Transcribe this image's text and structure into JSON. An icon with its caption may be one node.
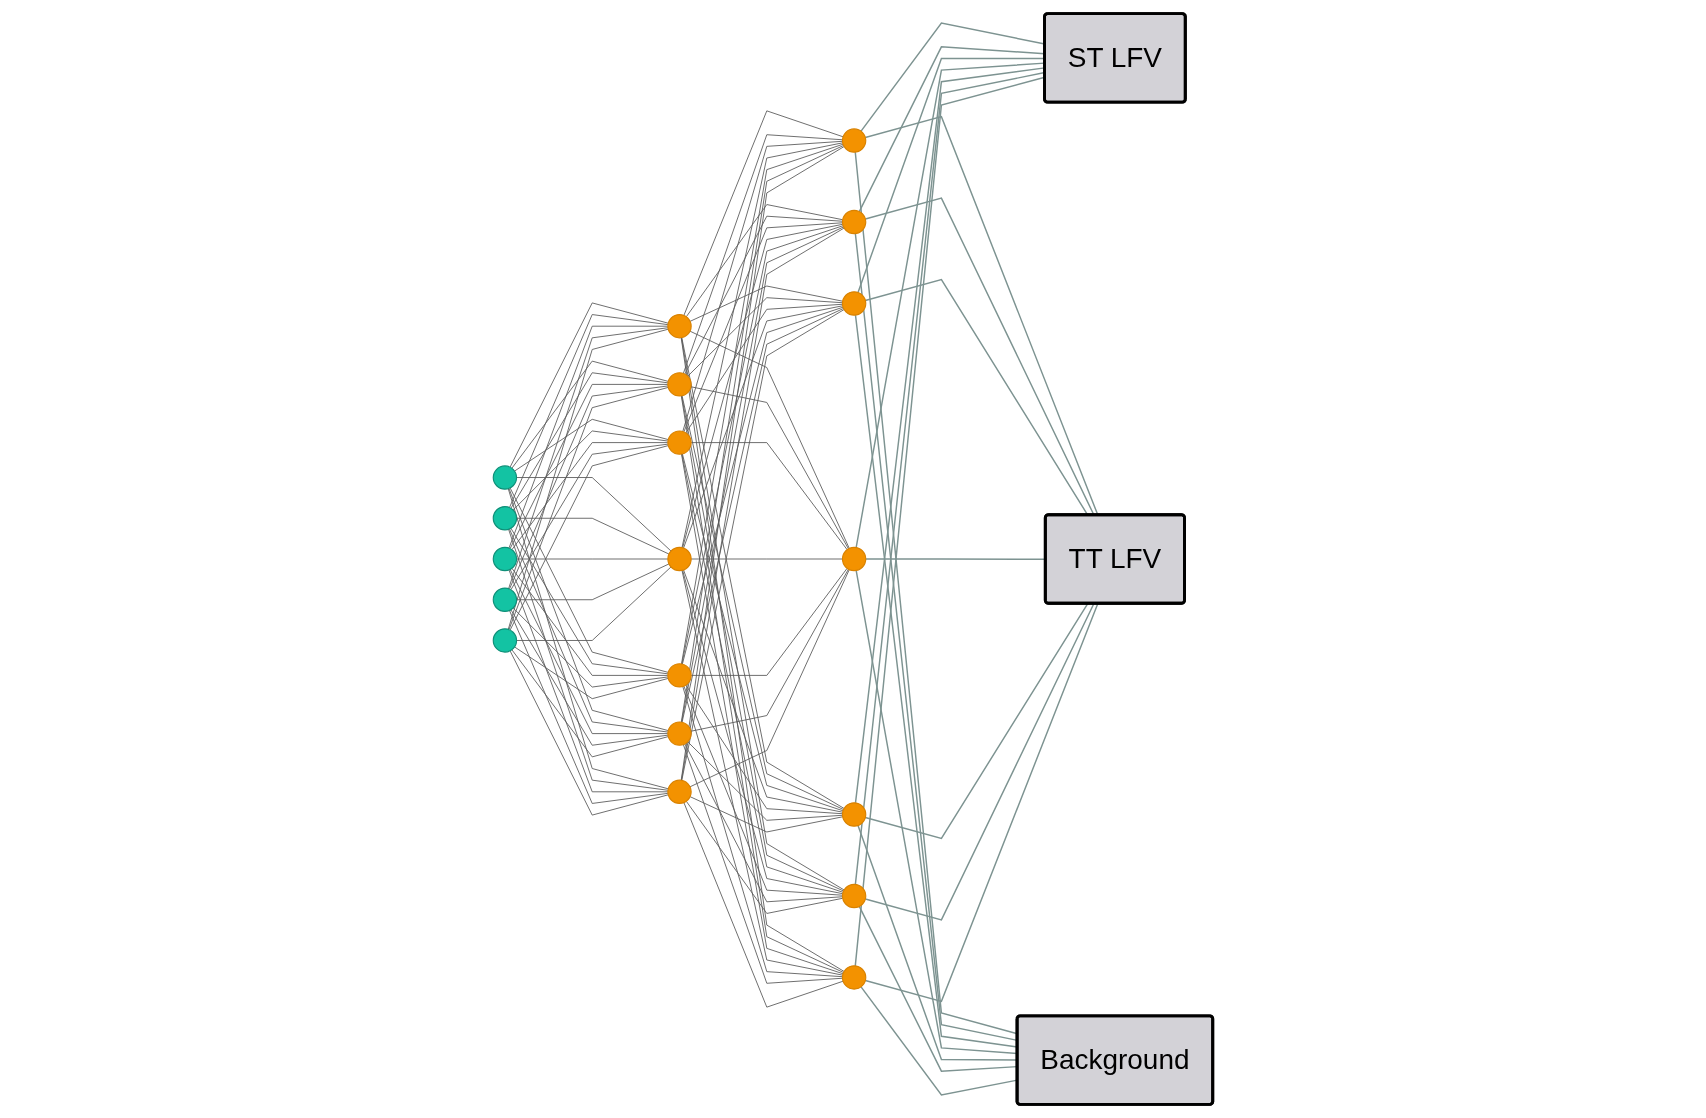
{
  "diagram": {
    "nodes": [
      {
        "text": [],
        "shape": "circle"
      },
      {
        "text": [],
        "shape": "circle"
      },
      {
        "text": [],
        "shape": "circle"
      },
      {
        "text": [],
        "shape": "circle"
      },
      {
        "text": [],
        "shape": "circle"
      },
      {
        "text": [],
        "shape": "circle"
      },
      {
        "text": [],
        "shape": "circle"
      },
      {
        "text": [],
        "shape": "circle"
      },
      {
        "text": [],
        "shape": "circle"
      },
      {
        "text": [],
        "shape": "circle"
      },
      {
        "text": [],
        "shape": "circle"
      },
      {
        "text": [],
        "shape": "circle"
      },
      {
        "text": [],
        "shape": "circle"
      },
      {
        "text": [],
        "shape": "circle"
      },
      {
        "text": [],
        "shape": "circle"
      },
      {
        "text": [],
        "shape": "circle"
      },
      {
        "text": [],
        "shape": "circle"
      },
      {
        "text": [],
        "shape": "circle"
      },
      {
        "text": [],
        "shape": "circle"
      },
      {
        "text": [
          "ST LFV"
        ]
      },
      {
        "text": [
          "TT LFV"
        ]
      },
      {
        "text": [
          "Background"
        ]
      }
    ],
    "edges": [
      {
        "from": 0,
        "to": 5,
        "arrow": "none"
      },
      {
        "from": 0,
        "to": 6,
        "arrow": "none"
      },
      {
        "from": 0,
        "to": 7,
        "arrow": "none"
      },
      {
        "from": 0,
        "to": 8,
        "arrow": "none"
      },
      {
        "from": 0,
        "to": 9,
        "arrow": "none"
      },
      {
        "from": 0,
        "to": 10,
        "arrow": "none"
      },
      {
        "from": 0,
        "to": 11,
        "arrow": "none"
      },
      {
        "from": 1,
        "to": 5,
        "arrow": "none"
      },
      {
        "from": 1,
        "to": 6,
        "arrow": "none"
      },
      {
        "from": 1,
        "to": 7,
        "arrow": "none"
      },
      {
        "from": 1,
        "to": 8,
        "arrow": "none"
      },
      {
        "from": 1,
        "to": 9,
        "arrow": "none"
      },
      {
        "from": 1,
        "to": 10,
        "arrow": "none"
      },
      {
        "from": 1,
        "to": 11,
        "arrow": "none"
      },
      {
        "from": 2,
        "to": 5,
        "arrow": "none"
      },
      {
        "from": 2,
        "to": 6,
        "arrow": "none"
      },
      {
        "from": 2,
        "to": 7,
        "arrow": "none"
      },
      {
        "from": 2,
        "to": 8,
        "arrow": "none"
      },
      {
        "from": 2,
        "to": 9,
        "arrow": "none"
      },
      {
        "from": 2,
        "to": 10,
        "arrow": "none"
      },
      {
        "from": 2,
        "to": 11,
        "arrow": "none"
      },
      {
        "from": 3,
        "to": 5,
        "arrow": "none"
      },
      {
        "from": 3,
        "to": 6,
        "arrow": "none"
      },
      {
        "from": 3,
        "to": 7,
        "arrow": "none"
      },
      {
        "from": 3,
        "to": 8,
        "arrow": "none"
      },
      {
        "from": 3,
        "to": 9,
        "arrow": "none"
      },
      {
        "from": 3,
        "to": 10,
        "arrow": "none"
      },
      {
        "from": 3,
        "to": 11,
        "arrow": "none"
      },
      {
        "from": 4,
        "to": 5,
        "arrow": "none"
      },
      {
        "from": 4,
        "to": 6,
        "arrow": "none"
      },
      {
        "from": 4,
        "to": 7,
        "arrow": "none"
      },
      {
        "from": 4,
        "to": 8,
        "arrow": "none"
      },
      {
        "from": 4,
        "to": 9,
        "arrow": "none"
      },
      {
        "from": 4,
        "to": 10,
        "arrow": "none"
      },
      {
        "from": 4,
        "to": 11,
        "arrow": "none"
      },
      {
        "from": 5,
        "to": 12,
        "arrow": "none"
      },
      {
        "from": 5,
        "to": 13,
        "arrow": "none"
      },
      {
        "from": 5,
        "to": 14,
        "arrow": "none"
      },
      {
        "from": 5,
        "to": 15,
        "arrow": "none"
      },
      {
        "from": 5,
        "to": 16,
        "arrow": "none"
      },
      {
        "from": 5,
        "to": 17,
        "arrow": "none"
      },
      {
        "from": 5,
        "to": 18,
        "arrow": "none"
      },
      {
        "from": 6,
        "to": 12,
        "arrow": "none"
      },
      {
        "from": 6,
        "to": 13,
        "arrow": "none"
      },
      {
        "from": 6,
        "to": 14,
        "arrow": "none"
      },
      {
        "from": 6,
        "to": 15,
        "arrow": "none"
      },
      {
        "from": 6,
        "to": 16,
        "arrow": "none"
      },
      {
        "from": 6,
        "to": 17,
        "arrow": "none"
      },
      {
        "from": 6,
        "to": 18,
        "arrow": "none"
      },
      {
        "from": 7,
        "to": 12,
        "arrow": "none"
      },
      {
        "from": 7,
        "to": 13,
        "arrow": "none"
      },
      {
        "from": 7,
        "to": 14,
        "arrow": "none"
      },
      {
        "from": 7,
        "to": 15,
        "arrow": "none"
      },
      {
        "from": 7,
        "to": 16,
        "arrow": "none"
      },
      {
        "from": 7,
        "to": 17,
        "arrow": "none"
      },
      {
        "from": 7,
        "to": 18,
        "arrow": "none"
      },
      {
        "from": 8,
        "to": 12,
        "arrow": "none"
      },
      {
        "from": 8,
        "to": 13,
        "arrow": "none"
      },
      {
        "from": 8,
        "to": 14,
        "arrow": "none"
      },
      {
        "from": 8,
        "to": 15,
        "arrow": "none"
      },
      {
        "from": 8,
        "to": 16,
        "arrow": "none"
      },
      {
        "from": 8,
        "to": 17,
        "arrow": "none"
      },
      {
        "from": 8,
        "to": 18,
        "arrow": "none"
      },
      {
        "from": 9,
        "to": 12,
        "arrow": "none"
      },
      {
        "from": 9,
        "to": 13,
        "arrow": "none"
      },
      {
        "from": 9,
        "to": 14,
        "arrow": "none"
      },
      {
        "from": 9,
        "to": 15,
        "arrow": "none"
      },
      {
        "from": 9,
        "to": 16,
        "arrow": "none"
      },
      {
        "from": 9,
        "to": 17,
        "arrow": "none"
      },
      {
        "from": 9,
        "to": 18,
        "arrow": "none"
      },
      {
        "from": 10,
        "to": 12,
        "arrow": "none"
      },
      {
        "from": 10,
        "to": 13,
        "arrow": "none"
      },
      {
        "from": 10,
        "to": 14,
        "arrow": "none"
      },
      {
        "from": 10,
        "to": 15,
        "arrow": "none"
      },
      {
        "from": 10,
        "to": 16,
        "arrow": "none"
      },
      {
        "from": 10,
        "to": 17,
        "arrow": "none"
      },
      {
        "from": 10,
        "to": 18,
        "arrow": "none"
      },
      {
        "from": 11,
        "to": 12,
        "arrow": "none"
      },
      {
        "from": 11,
        "to": 13,
        "arrow": "none"
      },
      {
        "from": 11,
        "to": 14,
        "arrow": "none"
      },
      {
        "from": 11,
        "to": 15,
        "arrow": "none"
      },
      {
        "from": 11,
        "to": 16,
        "arrow": "none"
      },
      {
        "from": 11,
        "to": 17,
        "arrow": "none"
      },
      {
        "from": 11,
        "to": 18,
        "arrow": "none"
      },
      {
        "from": 12,
        "to": 19,
        "arrow": "none",
        "color": "#7d9391"
      },
      {
        "from": 12,
        "to": 20,
        "arrow": "none",
        "color": "#7d9391"
      },
      {
        "from": 12,
        "to": 21,
        "arrow": "none",
        "color": "#7d9391"
      },
      {
        "from": 13,
        "to": 19,
        "arrow": "none",
        "color": "#7d9391"
      },
      {
        "from": 13,
        "to": 20,
        "arrow": "none",
        "color": "#7d9391"
      },
      {
        "from": 13,
        "to": 21,
        "arrow": "none",
        "color": "#7d9391"
      },
      {
        "from": 14,
        "to": 19,
        "arrow": "none",
        "color": "#7d9391"
      },
      {
        "from": 14,
        "to": 20,
        "arrow": "none",
        "color": "#7d9391"
      },
      {
        "from": 14,
        "to": 21,
        "arrow": "none",
        "color": "#7d9391"
      },
      {
        "from": 15,
        "to": 19,
        "arrow": "none",
        "color": "#7d9391"
      },
      {
        "from": 15,
        "to": 20,
        "arrow": "none",
        "color": "#7d9391"
      },
      {
        "from": 15,
        "to": 21,
        "arrow": "none",
        "color": "#7d9391"
      },
      {
        "from": 16,
        "to": 19,
        "arrow": "none",
        "color": "#7d9391"
      },
      {
        "from": 16,
        "to": 20,
        "arrow": "none",
        "color": "#7d9391"
      },
      {
        "from": 16,
        "to": 21,
        "arrow": "none",
        "color": "#7d9391"
      },
      {
        "from": 17,
        "to": 19,
        "arrow": "none",
        "color": "#7d9391"
      },
      {
        "from": 17,
        "to": 20,
        "arrow": "none",
        "color": "#7d9391"
      },
      {
        "from": 17,
        "to": 21,
        "arrow": "none",
        "color": "#7d9391"
      },
      {
        "from": 18,
        "to": 19,
        "arrow": "none",
        "color": "#7d9391"
      },
      {
        "from": 18,
        "to": 20,
        "arrow": "none",
        "color": "#7d9391"
      },
      {
        "from": 18,
        "to": 21,
        "arrow": "none",
        "color": "#7d9391"
      }
    ]
  }
}
